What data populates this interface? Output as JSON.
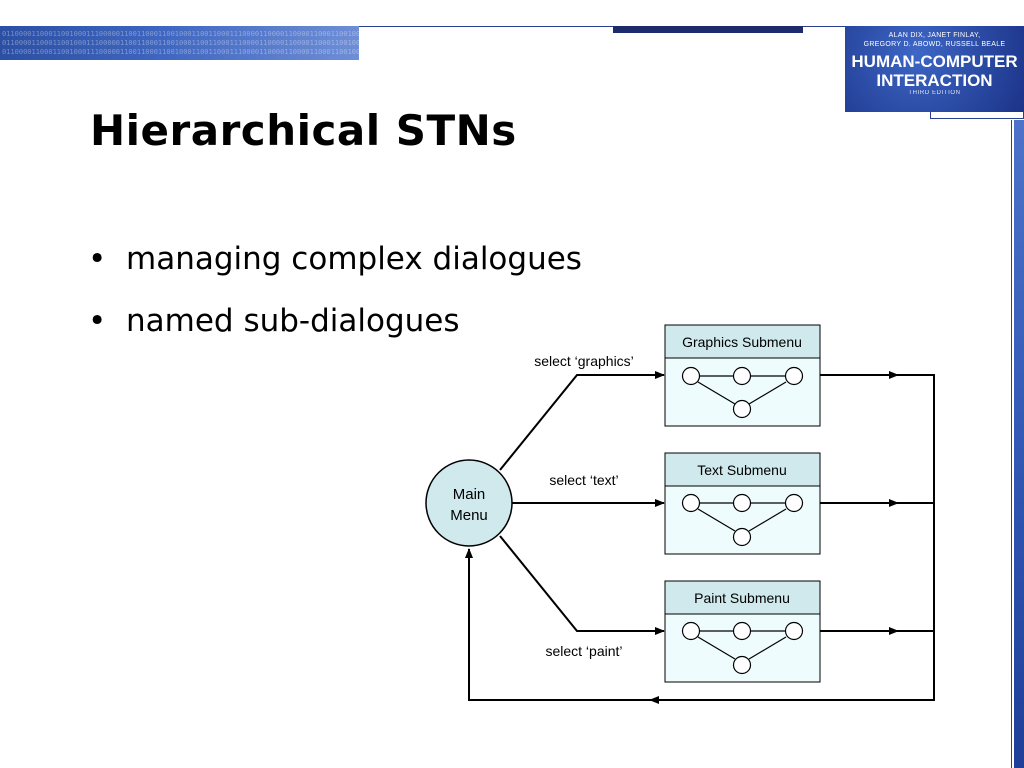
{
  "header": {
    "binary_strip": "0110000110001100100011100000110011000110010001100110001110000110000110000110001100100011",
    "book": {
      "authors_line1": "ALAN DIX, JANET FINLAY,",
      "authors_line2": "GREGORY D. ABOWD, RUSSELL BEALE",
      "title_line1": "HUMAN-COMPUTER",
      "title_line2": "INTERACTION",
      "edition": "THIRD EDITION"
    }
  },
  "slide": {
    "title": "Hierarchical STNs",
    "bullets": [
      "managing complex dialogues",
      "named sub-dialogues"
    ]
  },
  "diagram": {
    "main_node": {
      "line1": "Main",
      "line2": "Menu"
    },
    "submenus": [
      {
        "label": "Graphics Submenu",
        "edge_label": "select ‘graphics’"
      },
      {
        "label": "Text Submenu",
        "edge_label": "select ‘text’"
      },
      {
        "label": "Paint Submenu",
        "edge_label": "select ‘paint’"
      }
    ],
    "colors": {
      "node_fill": "#cfe9ec",
      "box_fill": "#eefcfd",
      "line": "#000000"
    }
  }
}
